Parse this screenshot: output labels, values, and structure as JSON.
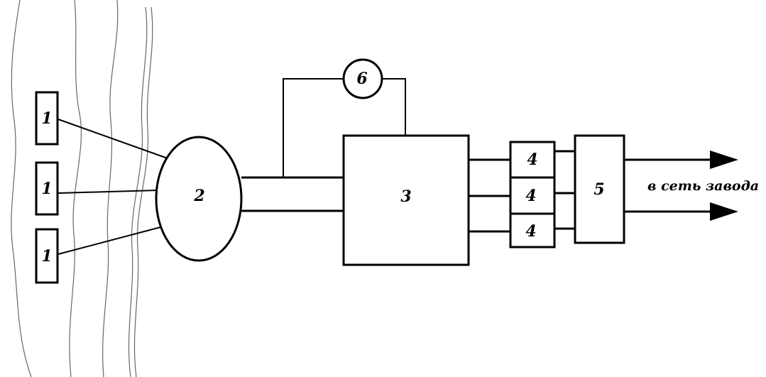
{
  "diagram": {
    "labels": {
      "intake": "1",
      "collector": "2",
      "main_unit": "3",
      "module": "4",
      "distributor": "5",
      "meter": "6"
    },
    "output_caption": "в сеть завода"
  }
}
